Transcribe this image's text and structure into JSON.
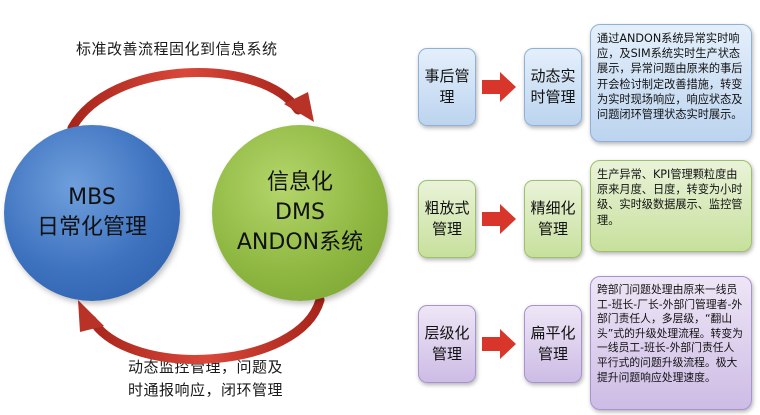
{
  "top_caption": "标准改善流程固化到信息系统",
  "bottom_caption_lines": [
    "动态监控管理，问题及",
    "时通报响应，闭环管理"
  ],
  "circle_left": {
    "lines": [
      "MBS",
      "日常化管理"
    ]
  },
  "circle_right": {
    "lines": [
      "信息化",
      "DMS",
      "ANDON系统"
    ]
  },
  "rows": [
    {
      "from_lines": [
        "事后管",
        "理"
      ],
      "to_lines": [
        "动态实",
        "时管理"
      ],
      "description": "通过ANDON系统异常实时响应，及SIM系统实时生产状态展示，异常问题由原来的事后开会检讨制定改善措施，转变为实时现场响应，响应状态及问题闭环管理状态实时展示。"
    },
    {
      "from_lines": [
        "粗放式",
        "管理"
      ],
      "to_lines": [
        "精细化",
        "管理"
      ],
      "description": "生产异常、KPI管理颗粒度由原来月度、日度，转变为小时级、实时级数据展示、监控管理。"
    },
    {
      "from_lines": [
        "层级化",
        "管理"
      ],
      "to_lines": [
        "扁平化",
        "管理"
      ],
      "description": "跨部门问题处理由原来一线员工-班长-厂长-外部门管理者-外部门责任人，多层级，“翻山头”式的升级处理流程。转变为一线员工-班长-外部门责任人平行式的问题升级流程。极大提升问题响应处理速度。"
    }
  ],
  "colors": {
    "cycle_arrow": "#c0392b",
    "row_arrow": "#d9362b",
    "circle_left": "#3d72bf",
    "circle_right": "#8fb842",
    "row1": "#bcd4ef",
    "row2": "#c7e09c",
    "row3": "#cdbce5"
  }
}
